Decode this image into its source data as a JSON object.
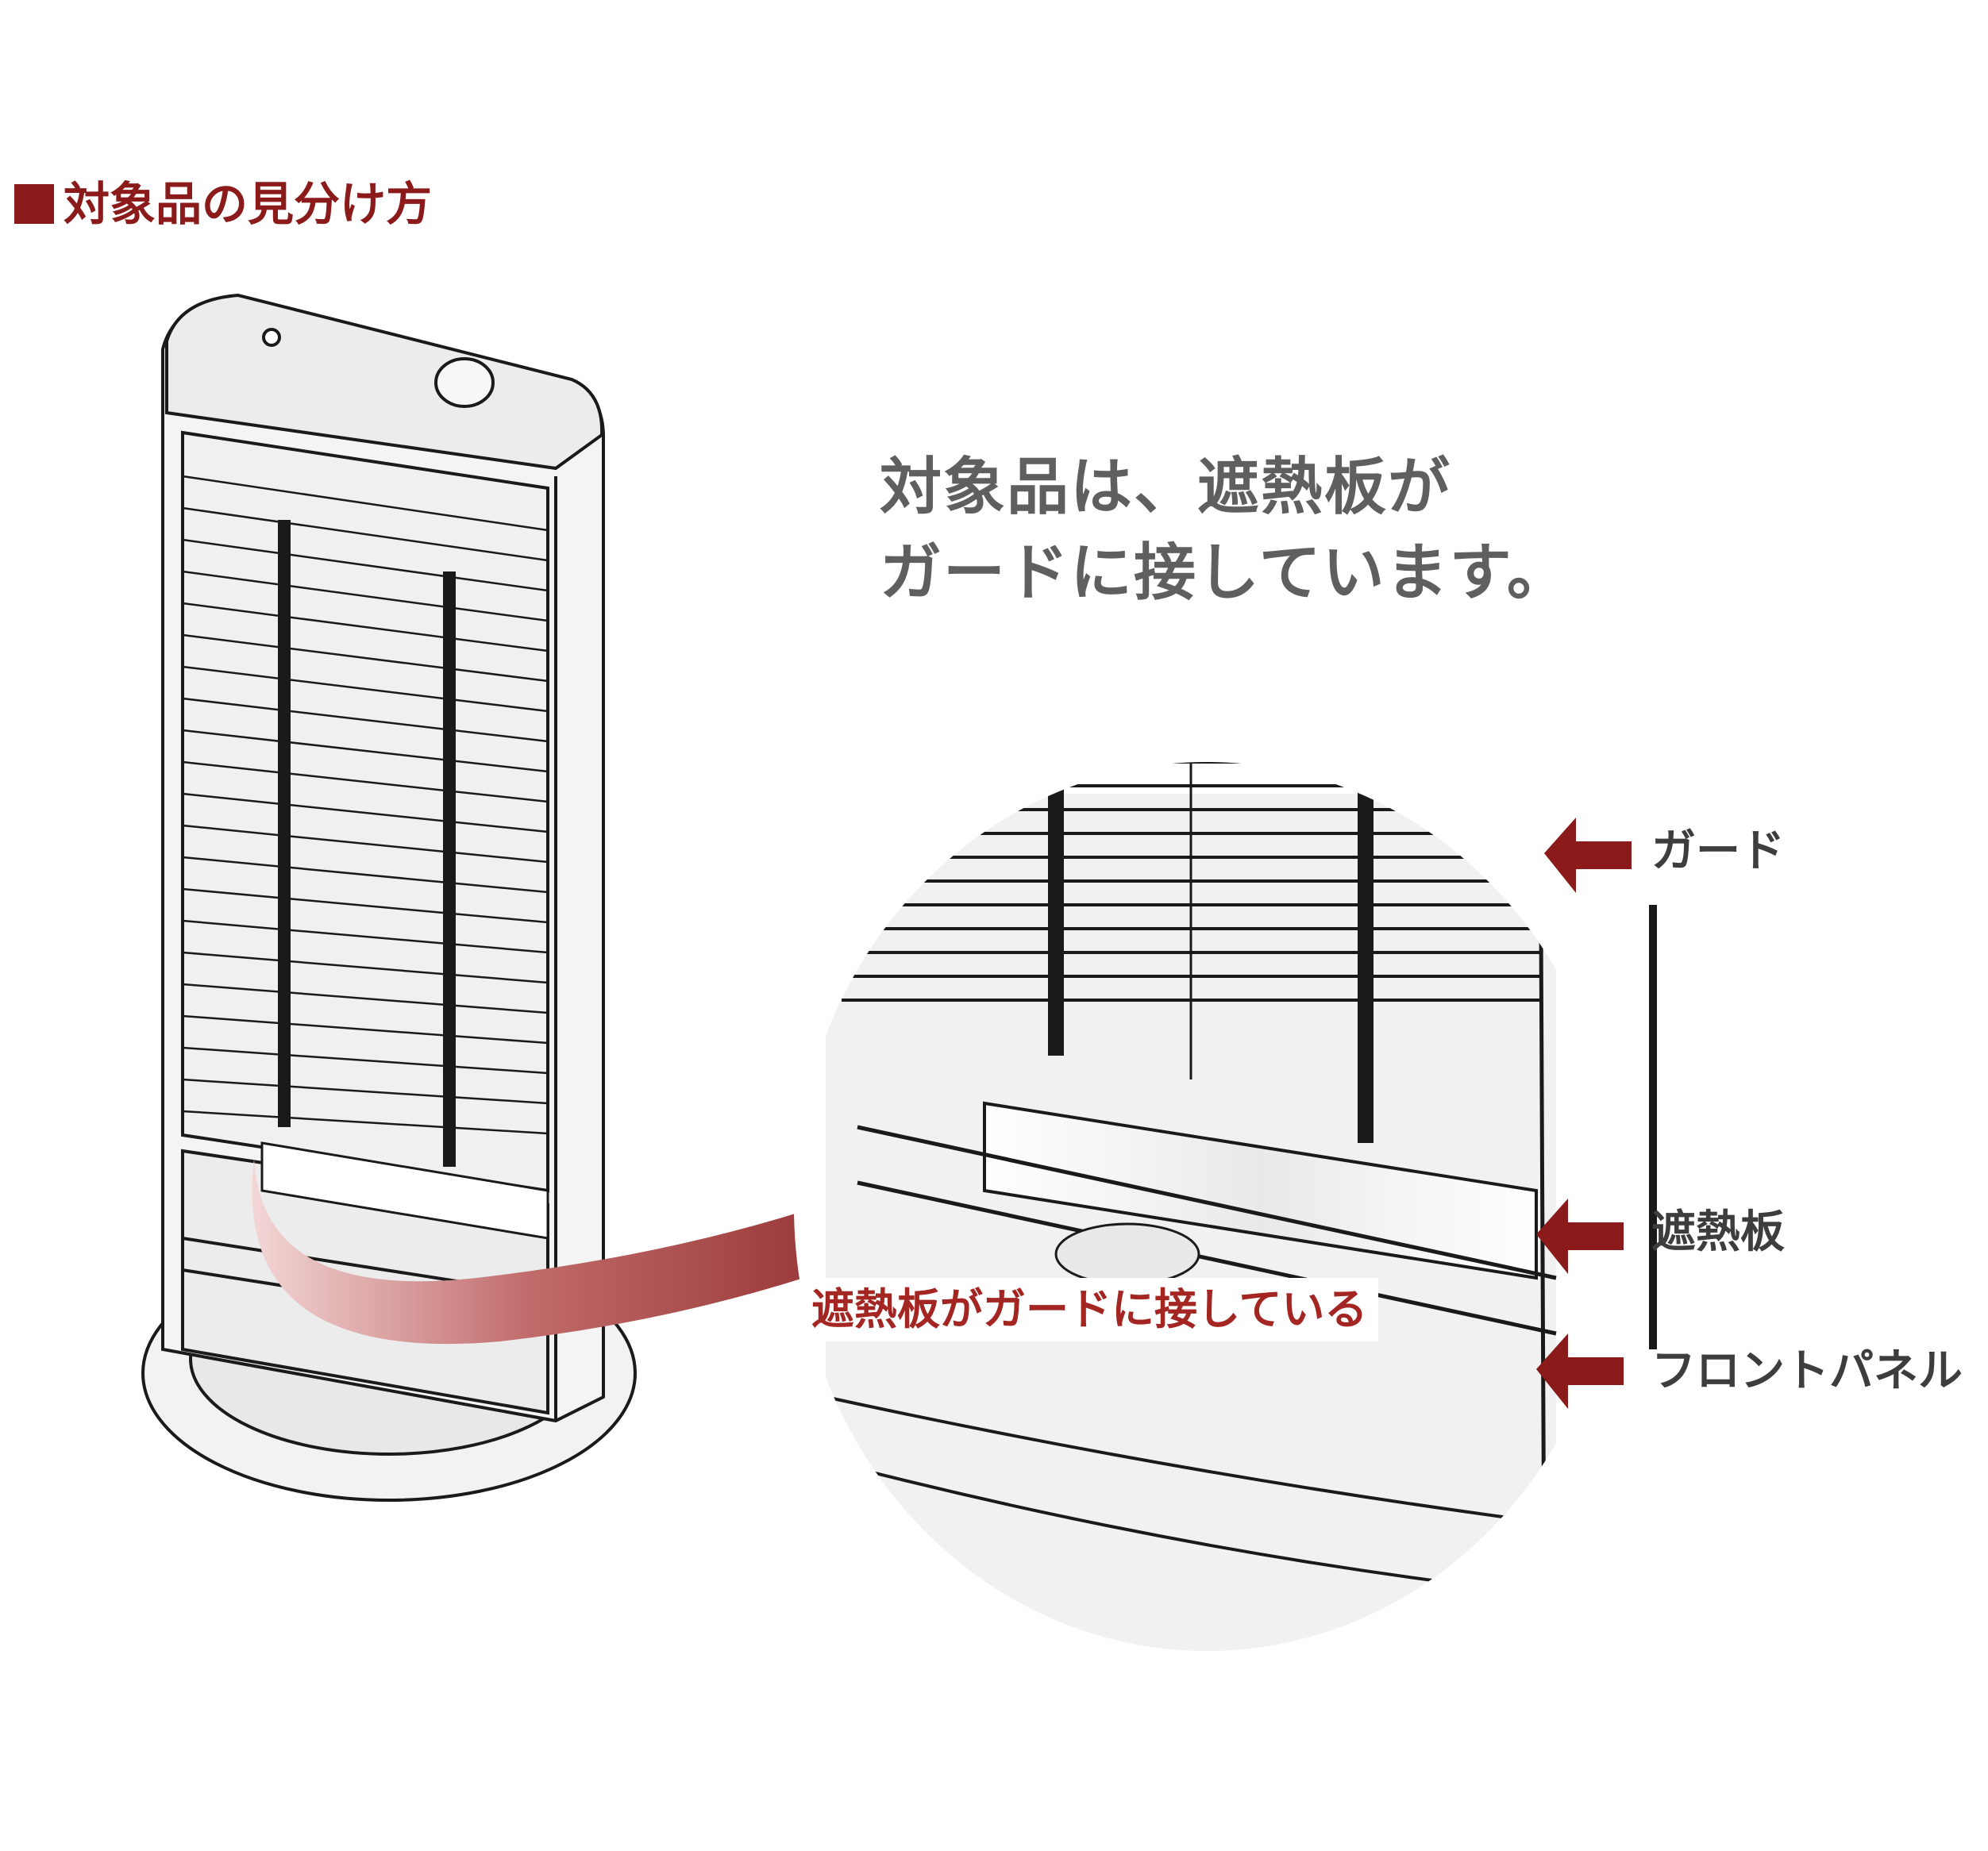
{
  "heading": "対象品の見分け方",
  "headline": {
    "line1": "対象品は、遮熱板が",
    "line2": "ガードに接しています。"
  },
  "callout": "遮熱板がガードに接している",
  "labels": {
    "guard": "ガード",
    "heat_shield": "遮熱板",
    "front_panel": "フロントパネル"
  },
  "colors": {
    "accent": "#8b1a1a",
    "callout_text": "#a32622",
    "headline_text": "#5f5f5f",
    "line": "#1a1a1a",
    "body_fill": "#f2f2f2"
  },
  "icons": {
    "heading_marker": "square-icon",
    "pointer": "arrow-left-icon",
    "transition": "curved-arrow-icon"
  }
}
